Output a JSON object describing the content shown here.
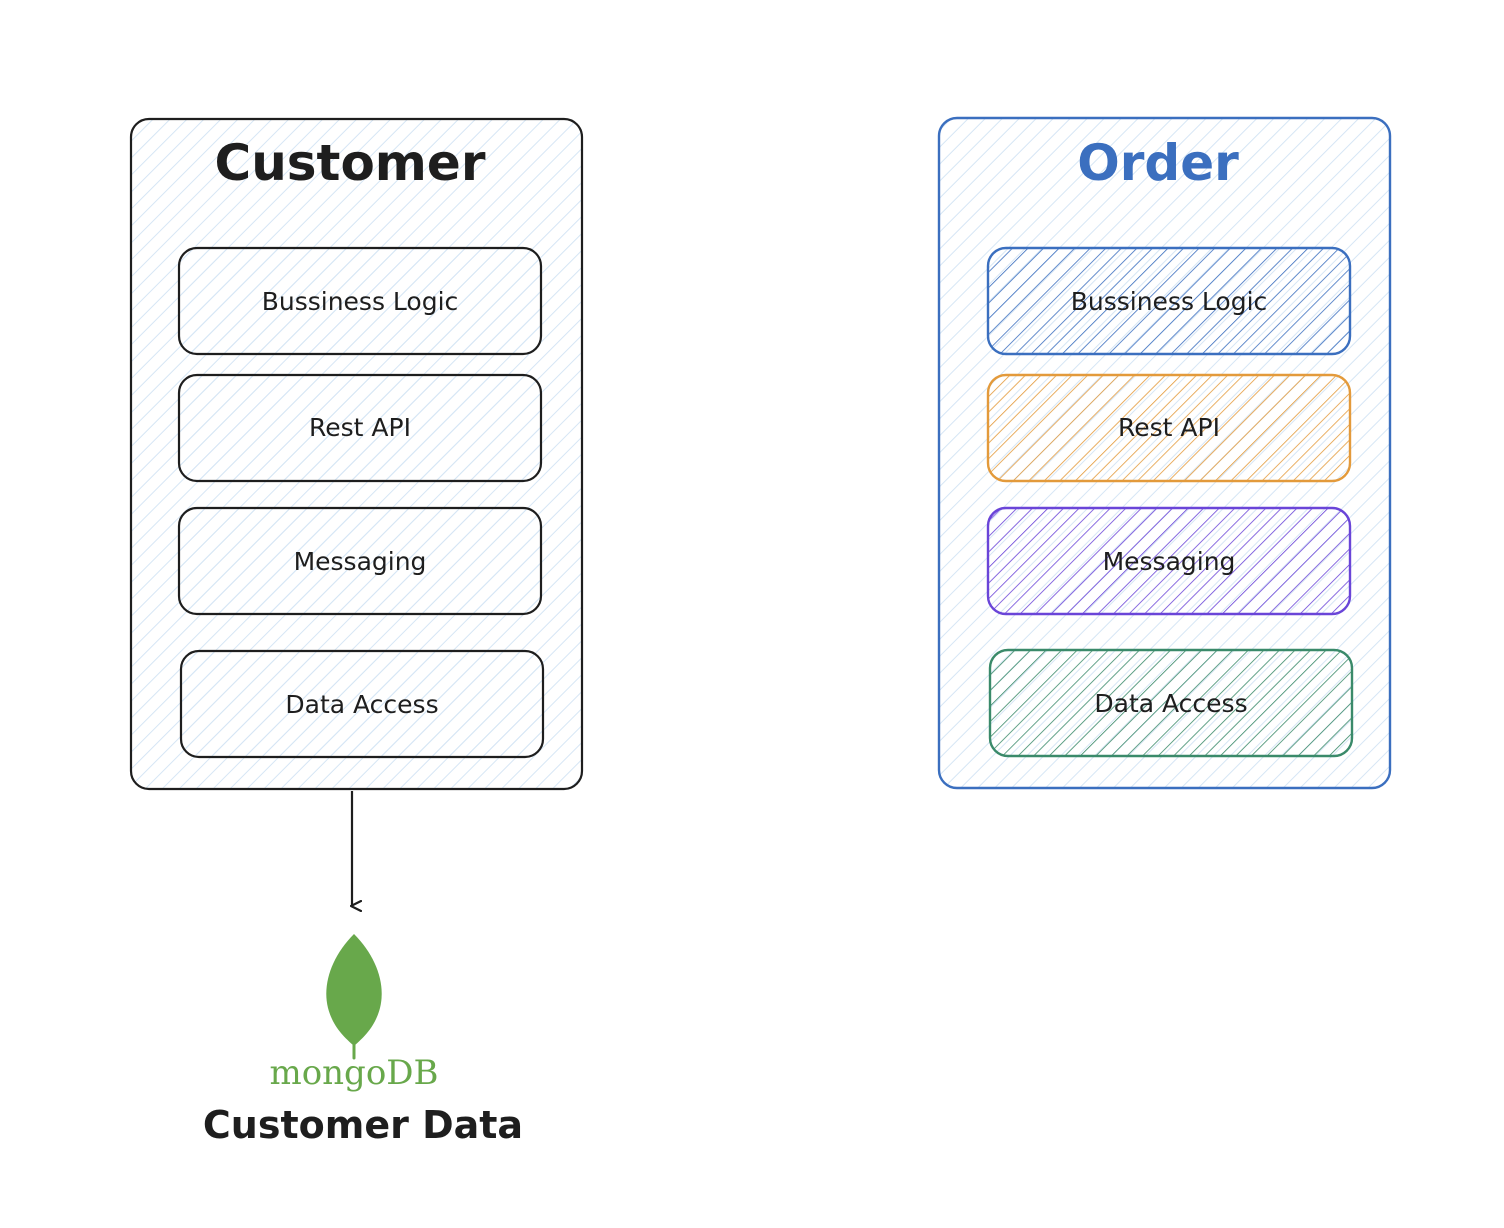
{
  "colors": {
    "ink": "#1e1e1e",
    "order_blue": "#3b6fbf",
    "rest_orange": "#e39a3b",
    "messaging_purple": "#6a45d8",
    "data_green": "#3a8a6a",
    "mongo_green": "#68a84b",
    "hatch_light": "#d6e6f5"
  },
  "customer": {
    "title": "Customer",
    "layers": [
      "Bussiness Logic",
      "Rest API",
      "Messaging",
      "Data Access"
    ]
  },
  "order": {
    "title": "Order",
    "layers": [
      "Bussiness Logic",
      "Rest API",
      "Messaging",
      "Data Access"
    ]
  },
  "database": {
    "logo_text": "mongoDB",
    "caption": "Customer Data"
  }
}
